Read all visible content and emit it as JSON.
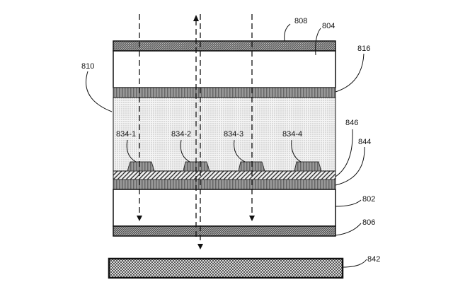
{
  "figure": {
    "layers": {
      "top_cover": "808",
      "upper_substrate": "804",
      "upper_film": "816",
      "middle_region": "810",
      "hatched_layer": "846",
      "lower_film": "844",
      "lower_substrate": "802",
      "bottom_cover": "806",
      "external_plate": "842"
    },
    "elements": [
      "834-1",
      "834-2",
      "834-3",
      "834-4"
    ]
  }
}
